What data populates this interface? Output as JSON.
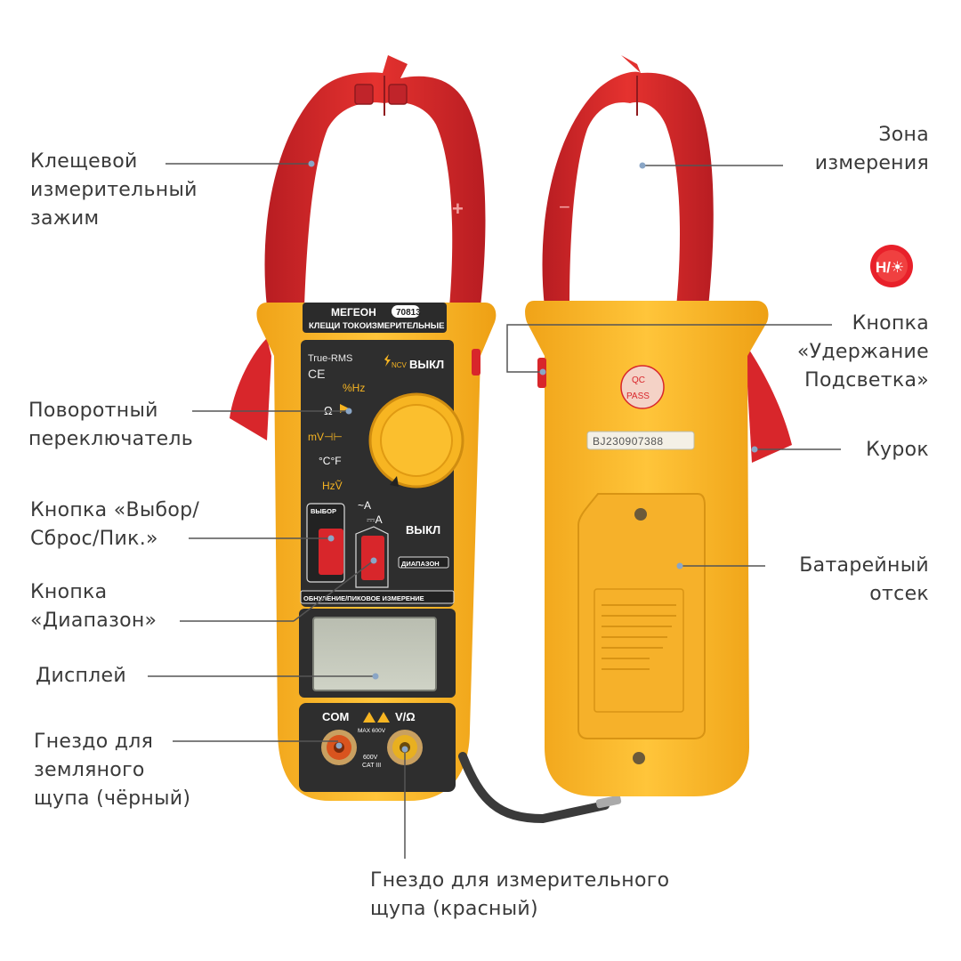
{
  "brand": {
    "logo_text": "МЕГЕОН",
    "model": "70813",
    "subtitle": "КЛЕЩИ ТОКОИЗМЕРИТЕЛЬНЫЕ"
  },
  "front_panel": {
    "true_rms": "True-RMS",
    "ce": "CE",
    "ncv": "NCV",
    "off_top": "ВЫКЛ",
    "percent_hz": "%Hz",
    "ohm": "Ω",
    "mv_cap": "mV⊣⊢",
    "temp": "°C°F",
    "hz_v": "HzṼ",
    "ac_a": "~A",
    "dc_a": "⎓A",
    "off_bottom": "ВЫКЛ",
    "select_label": "ВЫБОР",
    "range_label": "ДИАПАЗОН",
    "zero_peak_label": "ОБНУЛЕНИЕ/ПИКОВОЕ ИЗМЕРЕНИЕ",
    "com": "COM",
    "v_ohm": "V/Ω",
    "max_voltage": "MAX 600V",
    "cat": "600V",
    "cat_level": "CAT III"
  },
  "back_panel": {
    "qc": "QC",
    "pass": "PASS",
    "serial": "BJ230907388"
  },
  "callouts": {
    "clamp": "Клещевой\nизмерительный\nзажим",
    "rotary": "Поворотный\nпереключатель",
    "select_btn": "Кнопка «Выбор/\nСброс/Пик.»",
    "range_btn": "Кнопка\n«Диапазон»",
    "display": "Дисплей",
    "ground_jack": "Гнездо для\nземляного\nщупа (чёрный)",
    "probe_jack": "Гнездо для измерительного\nщупа (красный)",
    "measure_zone": "Зона\nизмерения",
    "hold_btn": "Кнопка\n«Удержание\nПодсветка»",
    "trigger": "Курок",
    "battery": "Батарейный\nотсек"
  },
  "hold_icon": {
    "name": "hold-backlight-icon",
    "label": "H/☀",
    "color": "#e8202a"
  },
  "colors": {
    "body_yellow": "#f7b522",
    "clamp_red": "#d8262b",
    "panel_dark": "#2e2e2e"
  }
}
